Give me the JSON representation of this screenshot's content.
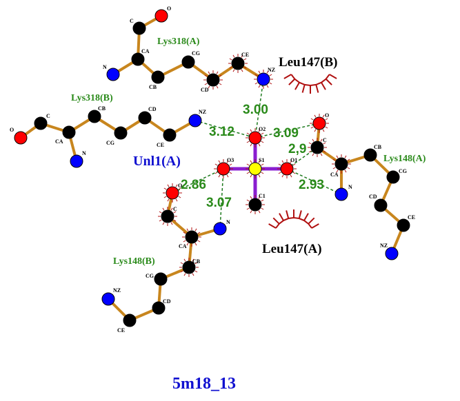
{
  "title": "5m18_13",
  "ligand": {
    "name": "Unl1(A)",
    "atoms": {
      "S1": "S1",
      "O1": "O1",
      "O2": "O2",
      "O3": "O3",
      "C1": "C1"
    }
  },
  "residues": {
    "lys318a": {
      "name": "Lys318(A)",
      "atoms": [
        "O",
        "C",
        "CA",
        "N",
        "CB",
        "CG",
        "CD",
        "CE",
        "NZ"
      ]
    },
    "lys318b": {
      "name": "Lys318(B)",
      "atoms": [
        "O",
        "C",
        "CA",
        "N",
        "CB",
        "CG",
        "CD",
        "CE",
        "NZ"
      ]
    },
    "lys148a": {
      "name": "Lys148(A)",
      "atoms": [
        "O",
        "C",
        "CA",
        "N",
        "CB",
        "CG",
        "CD",
        "CE",
        "NZ"
      ]
    },
    "lys148b": {
      "name": "Lys148(B)",
      "atoms": [
        "O",
        "C",
        "CA",
        "N",
        "CB",
        "CG",
        "CD",
        "CE",
        "NZ"
      ]
    }
  },
  "hydrophobic": {
    "leu147b": "Leu147(B)",
    "leu147a": "Leu147(A)"
  },
  "hbonds": [
    "3.00",
    "3.12",
    "3.09",
    "2,9",
    "2.93",
    "2.86",
    "3.07"
  ],
  "colors": {
    "O": "#ff0000",
    "N": "#0000ff",
    "C": "#000000",
    "S": "#ffff00",
    "bond": "#c8861e",
    "ligbond": "#8a1ed0",
    "hbond": "#1e7a1e",
    "arc": "#b01010"
  }
}
